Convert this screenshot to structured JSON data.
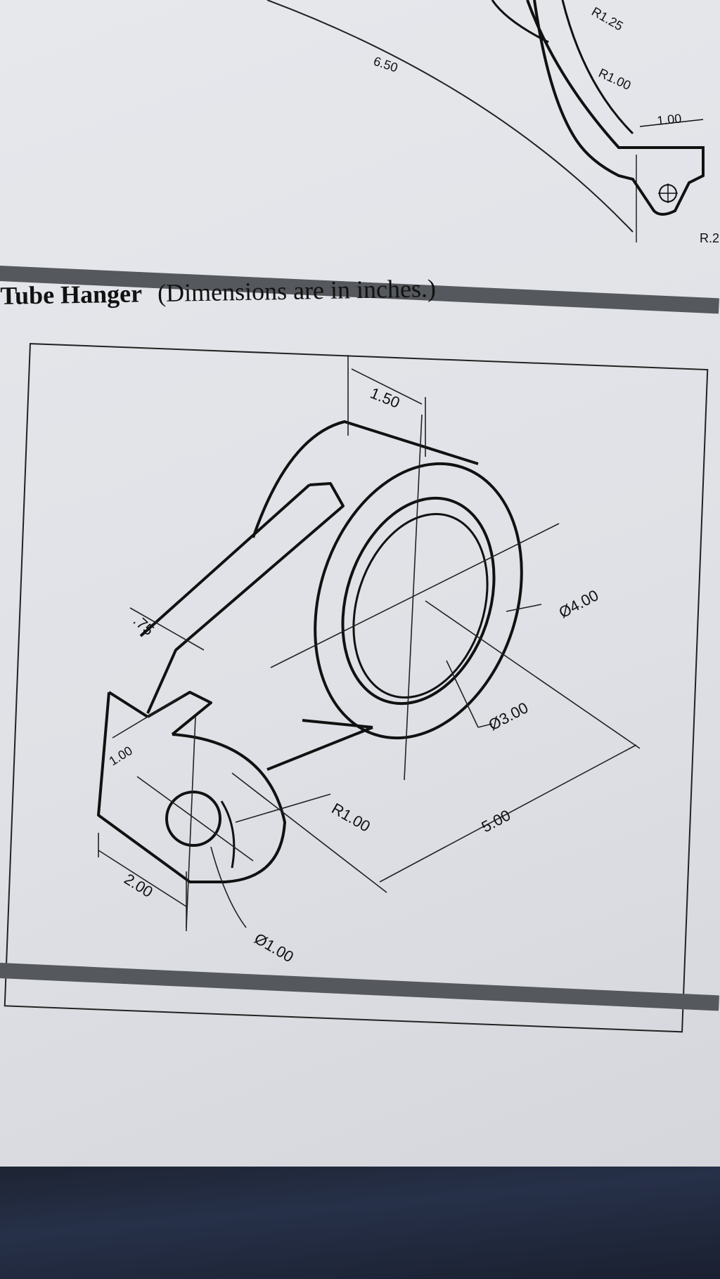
{
  "heading": {
    "title": "Tube Hanger",
    "note": "(Dimensions are in inches.)"
  },
  "top_figure": {
    "dimensions": [
      "6.50",
      "R1.25",
      "R1.00",
      "1.00",
      "R.2"
    ]
  },
  "main_figure": {
    "dimensions": {
      "d150": "1.50",
      "d075": ".75",
      "d400": "Ø4.00",
      "d300": "Ø3.00",
      "d100": "1.00",
      "r100": "R1.00",
      "d500": "5.00",
      "d200": "2.00",
      "h100": "Ø1.00"
    }
  }
}
